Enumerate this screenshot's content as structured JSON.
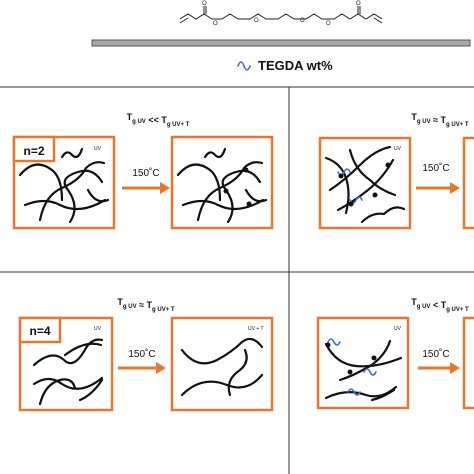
{
  "molecule": {
    "atoms": [
      "O",
      "O",
      "O",
      "O",
      "O",
      "O"
    ]
  },
  "legend": {
    "label": "TEGDA wt%"
  },
  "colors": {
    "accent": "#e8772e",
    "tegda": "#3d6fc8",
    "bar": "#a9a9a9"
  },
  "panels": [
    {
      "compare": "T<sub>g UV</sub> << T<sub>g UV+ T</sub>",
      "n_label": "n=2",
      "before_tag": "UV",
      "arrow": "150˚C"
    },
    {
      "compare": "T<sub>g UV</sub> ≈ T<sub>g UV+ T</sub>",
      "before_tag": "UV",
      "arrow": "150˚C"
    },
    {
      "compare": "T<sub>g UV</sub> ≈ T<sub>g UV+ T</sub>",
      "n_label": "n=4",
      "before_tag": "UV",
      "arrow": "150˚C",
      "after_tag": "UV + T"
    },
    {
      "compare": "T<sub>g UV</sub> < T<sub>g UV+ T</sub>",
      "before_tag": "UV",
      "arrow": "150˚C"
    }
  ]
}
